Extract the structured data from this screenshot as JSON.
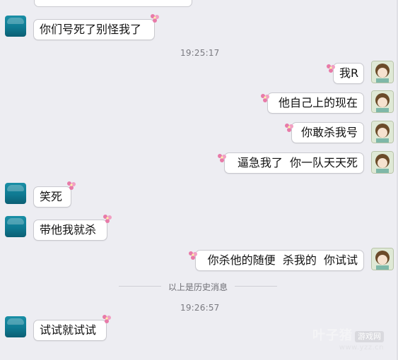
{
  "messages": [
    {
      "side": "left",
      "text": "你们号死了别怪我了"
    },
    {
      "side": "right",
      "text": "我R"
    },
    {
      "side": "right",
      "text": "他自己上的现在"
    },
    {
      "side": "right",
      "text": "你敢杀我号"
    },
    {
      "side": "right",
      "text": "逼急我了  你一队天天死"
    },
    {
      "side": "left",
      "text": "笑死"
    },
    {
      "side": "left",
      "text": "带他我就杀"
    },
    {
      "side": "right",
      "text": "你杀他的随便  杀我的  你试试"
    },
    {
      "side": "left",
      "text": "试试就试试"
    }
  ],
  "timestamps": {
    "first": "19:25:17",
    "second": "19:26:57"
  },
  "history_divider": "以上是历史消息",
  "watermark": {
    "title": "叶子猪",
    "badge": "游戏网",
    "url": "www.yzz.cn"
  },
  "colors": {
    "background": "#ededf2",
    "bubble": "#ffffff",
    "bubble_border": "#c9c9cf",
    "teal_avatar": "#1a8fa6"
  },
  "icons": {
    "left_avatar": "teal-avatar",
    "right_avatar": "girl-avatar",
    "bubble_decoration": "flower-icon"
  }
}
